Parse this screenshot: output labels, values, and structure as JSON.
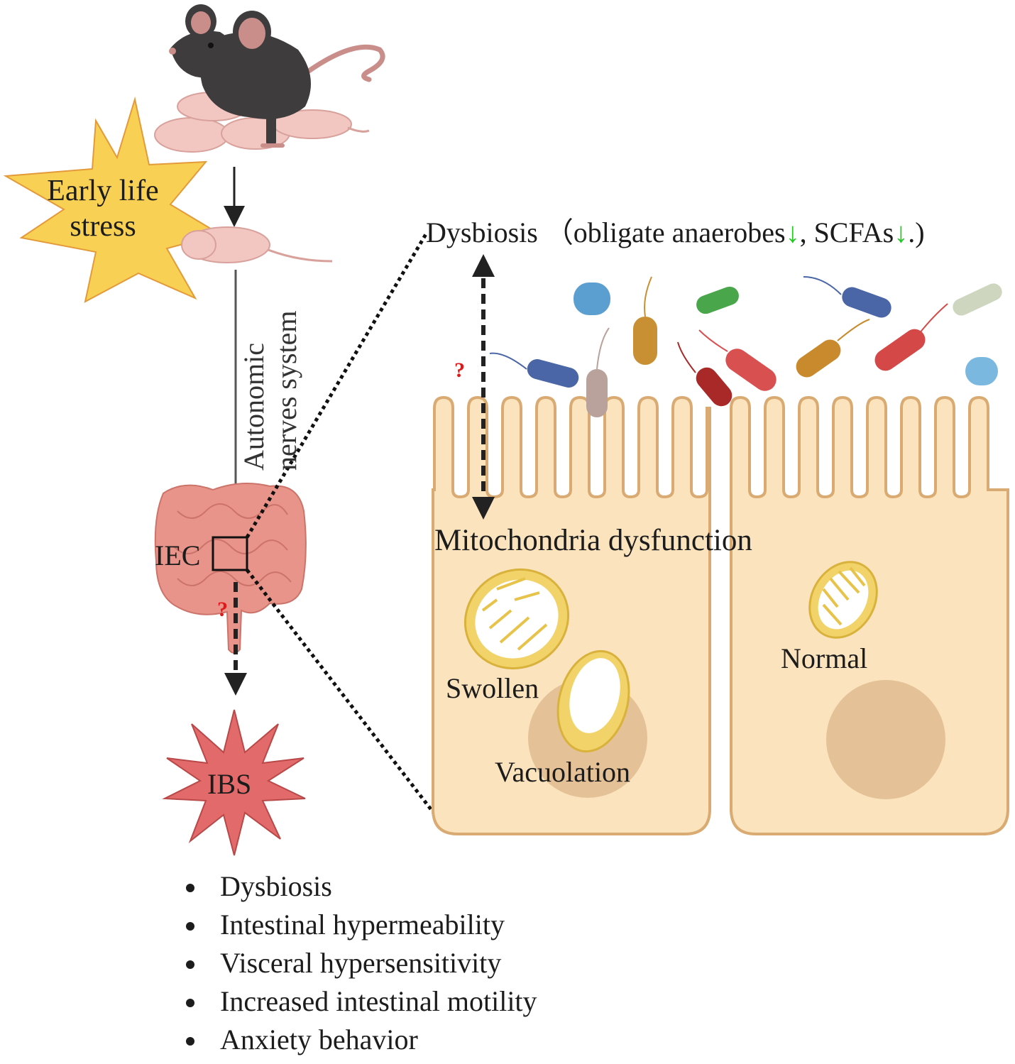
{
  "title": "",
  "early_life_stress": {
    "line1": "Early life",
    "line2": "stress"
  },
  "pathway_label": {
    "line1": "Autonomic",
    "line2": "nerves system"
  },
  "iec_label": "IEC",
  "question_mark": "?",
  "ibs_label": "IBS",
  "dysbiosis_header": {
    "main": "Dysbiosis",
    "detail_open": "（obligate anaerobes",
    "detail_mid": ", SCFAs",
    "detail_close": ".)",
    "down_arrow": "↓"
  },
  "mito_label": "Mitochondria dysfunction",
  "swollen_label": "Swollen",
  "vacuolation_label": "Vacuolation",
  "normal_label": "Normal",
  "symptoms": [
    "Dysbiosis",
    "Intestinal hypermeability",
    "Visceral hypersensitivity",
    "Increased intestinal motility",
    "Anxiety behavior"
  ],
  "colors": {
    "cell_fill": "#fbe3bd",
    "cell_stroke": "#d9ab72",
    "nucleus": "#e4c196",
    "star_yellow": "#f8d054",
    "star_red": "#e26a6a",
    "gut": "#e8948a",
    "mouse_adult": "#3f3c3d",
    "mouse_pup": "#f2c6c1",
    "accent_red": "#e01818",
    "accent_green": "#21c821"
  },
  "icons": [
    "mouse-icon",
    "pup-icon",
    "intestine-icon",
    "bacteria-icon",
    "mitochondria-icon"
  ]
}
